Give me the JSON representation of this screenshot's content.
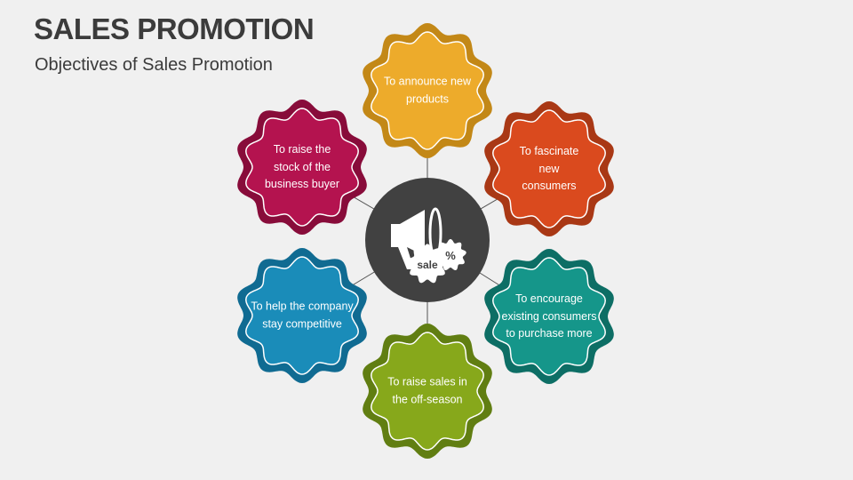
{
  "title": "SALES PROMOTION",
  "subtitle": "Objectives of Sales Promotion",
  "center": {
    "icon": "megaphone-sale-icon",
    "badge_text": "sale",
    "percent_text": "%"
  },
  "objectives": [
    {
      "text": "To announce new products",
      "fill": "#EDAB2B",
      "outer": "#C38817"
    },
    {
      "text": "To fascinate new consumers",
      "fill": "#DA4A1E",
      "outer": "#A93815"
    },
    {
      "text": "To encourage existing consumers to purchase more",
      "fill": "#15968A",
      "outer": "#0D6E65"
    },
    {
      "text": "To raise sales in the off-season",
      "fill": "#87A81B",
      "outer": "#617E12"
    },
    {
      "text": "To help the company stay competitive",
      "fill": "#1A8CB9",
      "outer": "#106B92"
    },
    {
      "text": "To raise the stock of the business buyer",
      "fill": "#B4134F",
      "outer": "#880C3A"
    }
  ]
}
